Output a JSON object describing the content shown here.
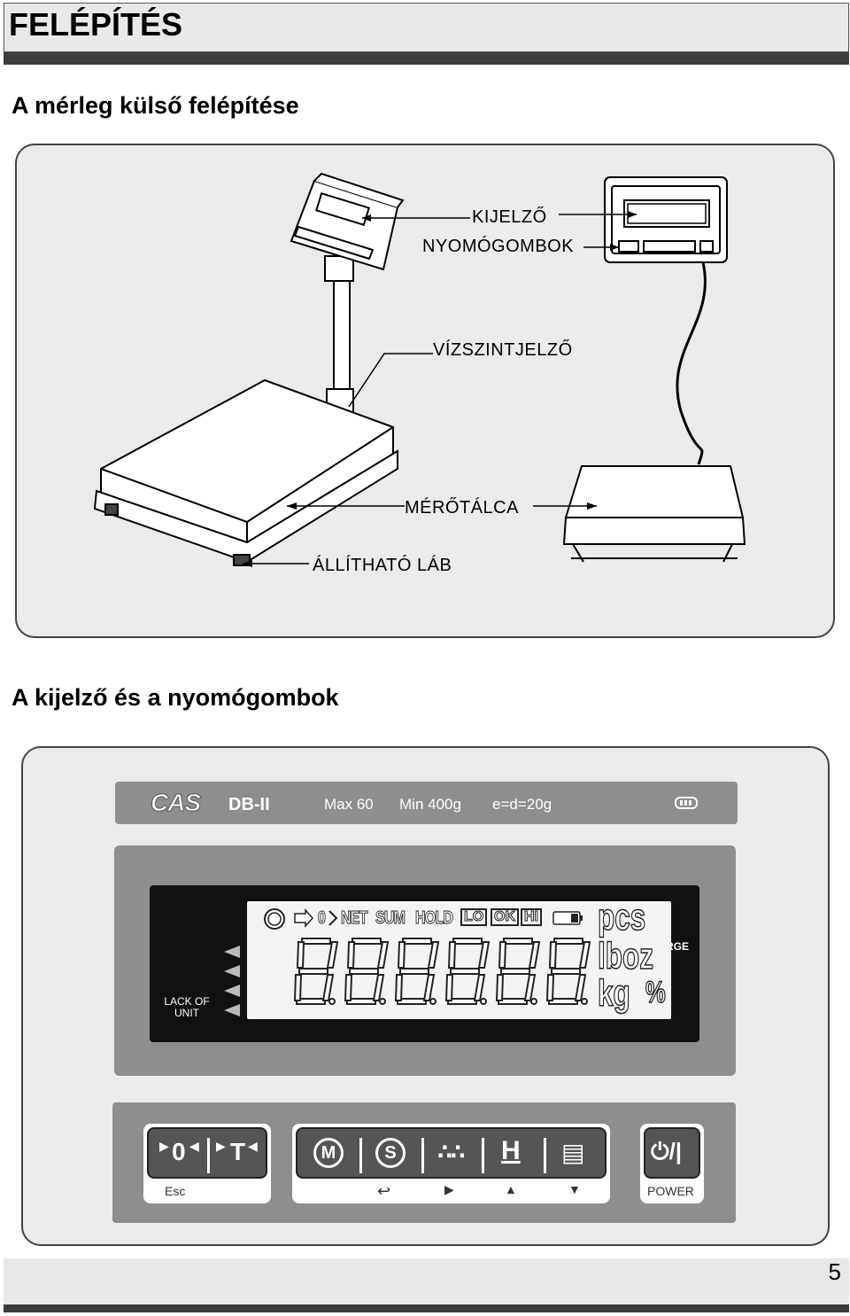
{
  "header": {
    "title": "FELÉPÍTÉS"
  },
  "section1": {
    "title": "A mérleg külső felépítése",
    "labels": {
      "display": "KIJELZŐ",
      "buttons": "NYOMÓGOMBOK",
      "level": "VÍZSZINTJELZŐ",
      "tray": "MÉRŐTÁLCA",
      "foot": "ÁLLÍTHATÓ LÁB"
    }
  },
  "section2": {
    "title": "A kijelző és a nyomógombok",
    "brand": {
      "logo": "CAS",
      "model": "DB-II"
    },
    "specs": {
      "max": "Max 60",
      "min": "Min 400g",
      "e": "e=d=20g"
    },
    "indicators": {
      "lack": "LACK OF UNIT",
      "charge": "CHARGE"
    },
    "lcd": {
      "net": "NET",
      "sum": "SUM",
      "hold": "HOLD",
      "lo": "LO",
      "ok": "OK",
      "hi": "HI",
      "zero": "0",
      "units": {
        "pcs": "pcs",
        "lboz": "lboz",
        "kg": "kg",
        "pct": "%"
      }
    },
    "keys": {
      "zero": "0",
      "tare": "T",
      "esc": "Esc",
      "m": "M",
      "s": "S",
      "h": "H",
      "power_symbol": "⏻/|",
      "power": "POWER"
    }
  },
  "footer": {
    "page": "5"
  }
}
